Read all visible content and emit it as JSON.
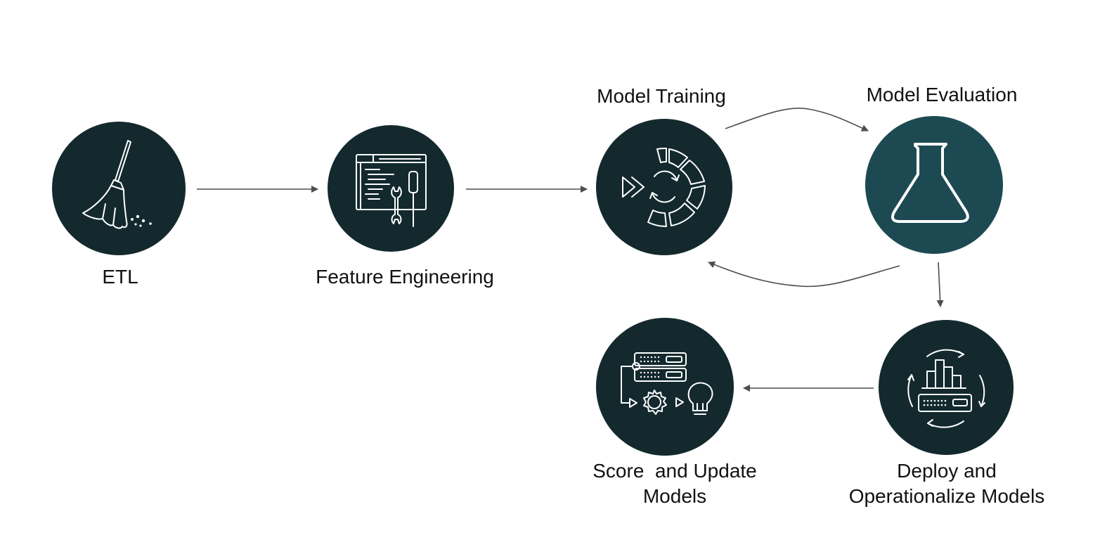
{
  "colors": {
    "node_fill": "#13292e",
    "node_fill_accent": "#1d4a52",
    "icon_stroke": "#ffffff",
    "arrow": "#4d4d4d",
    "label_text": "#111111",
    "background": "#ffffff"
  },
  "nodes": [
    {
      "id": "etl",
      "label": "ETL",
      "icon": "broom-icon"
    },
    {
      "id": "feature-engineering",
      "label": "Feature Engineering",
      "icon": "code-window-tools-icon"
    },
    {
      "id": "model-training",
      "label": "Model Training",
      "icon": "training-cycle-icon"
    },
    {
      "id": "model-evaluation",
      "label": "Model Evaluation",
      "icon": "flask-icon"
    },
    {
      "id": "deploy",
      "label_lines": [
        "Deploy and",
        "Operationalize Models"
      ],
      "icon": "deploy-cycle-icon"
    },
    {
      "id": "score-update",
      "label_lines": [
        "Score  and Update",
        "Models"
      ],
      "icon": "score-pipeline-icon"
    }
  ],
  "edges": [
    {
      "from": "etl",
      "to": "feature-engineering"
    },
    {
      "from": "feature-engineering",
      "to": "model-training"
    },
    {
      "from": "model-training",
      "to": "model-evaluation"
    },
    {
      "from": "model-evaluation",
      "to": "model-training"
    },
    {
      "from": "model-evaluation",
      "to": "deploy"
    },
    {
      "from": "deploy",
      "to": "score-update"
    }
  ]
}
